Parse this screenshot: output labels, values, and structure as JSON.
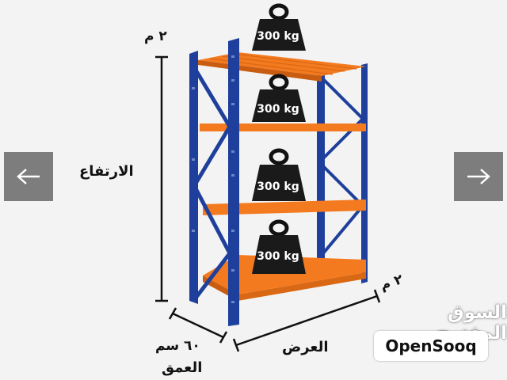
{
  "navigation": {
    "prev_icon": "arrow-left-icon",
    "next_icon": "arrow-right-icon",
    "button_color": "#7d7d7d"
  },
  "dimensions": {
    "height_label": "الارتفاع",
    "height_value": "٢ م",
    "width_label": "العرض",
    "width_value": "٢ م",
    "depth_label": "العمق",
    "depth_value": "٦٠ سم"
  },
  "shelf": {
    "frame_color": "#1e3f9b",
    "shelf_color": "#f47a20",
    "weights": [
      {
        "label": "300 kg"
      },
      {
        "label": "300 kg"
      },
      {
        "label": "300 kg"
      },
      {
        "label": "300 kg"
      }
    ]
  },
  "watermark": {
    "arabic": "السوق المفتوح",
    "brand": "OpenSooq"
  }
}
